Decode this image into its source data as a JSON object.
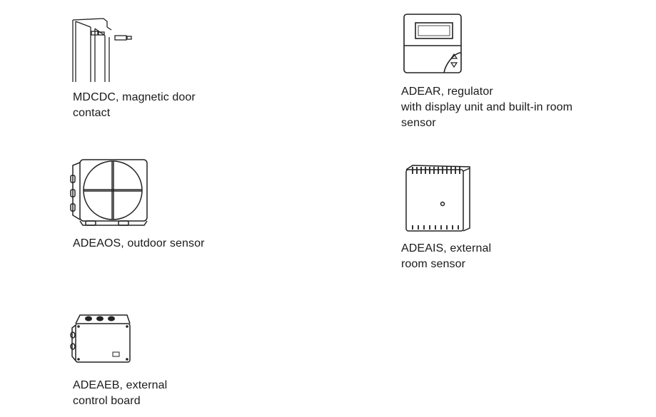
{
  "items": [
    {
      "icon": "door-contact-icon",
      "lines": [
        "MDCDC, magnetic door",
        "contact"
      ]
    },
    {
      "icon": "regulator-icon",
      "lines": [
        "ADEAR, regulator",
        "with display unit and built-in room",
        "sensor"
      ]
    },
    {
      "icon": "outdoor-sensor-icon",
      "lines": [
        "ADEAOS, outdoor sensor"
      ]
    },
    {
      "icon": "room-sensor-icon",
      "lines": [
        "ADEAIS, external",
        "room sensor"
      ]
    },
    {
      "icon": "control-board-icon",
      "lines": [
        "ADEAEB, external",
        "control board"
      ]
    }
  ]
}
